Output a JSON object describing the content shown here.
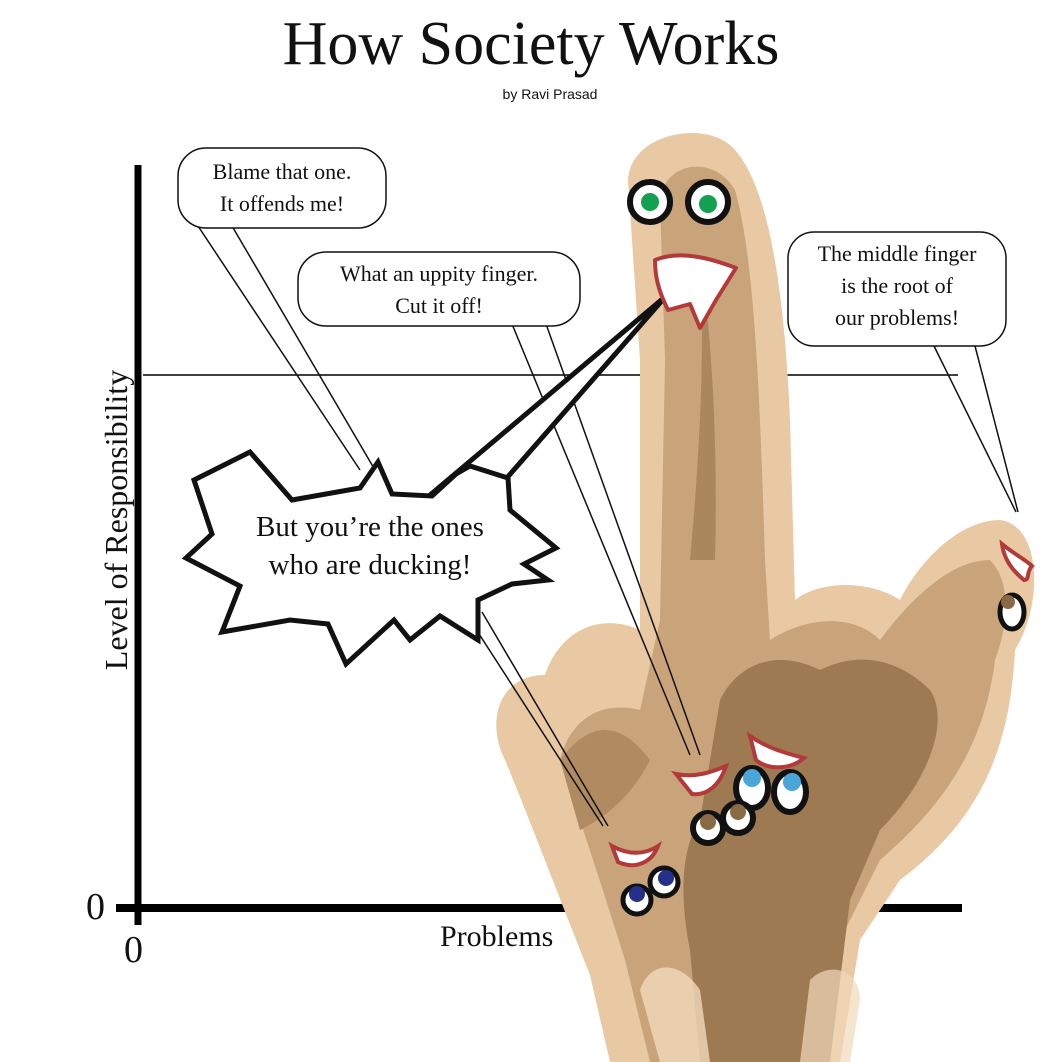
{
  "title": "How Society Works",
  "byline": "by Ravi Prasad",
  "axes": {
    "y_label": "Level of Responsibility",
    "x_label": "Problems",
    "y_zero": "0",
    "x_zero": "0"
  },
  "bubbles": {
    "blame": [
      "Blame that one.",
      "It offends me!"
    ],
    "uppity": [
      "What an uppity finger.",
      "Cut it off!"
    ],
    "middle": [
      "The middle finger",
      "is the root of",
      "our problems!"
    ],
    "shout": [
      "But you’re the ones",
      "who are ducking!"
    ]
  },
  "colors": {
    "skin_light": "#e9c9a3",
    "skin_mid": "#c9a47b",
    "skin_dark": "#9e7a52",
    "mouth_outline": "#b33a3a",
    "eye_green": "#13a050",
    "eye_light_blue": "#4aa6d8",
    "eye_dark_blue": "#25308a",
    "eye_brown": "#8a6a45"
  }
}
